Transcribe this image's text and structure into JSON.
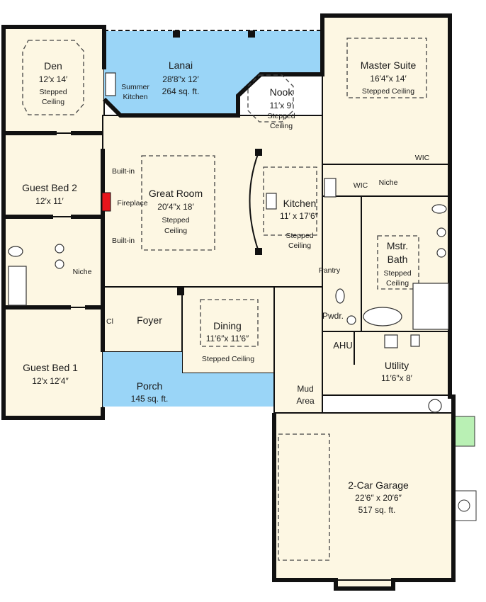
{
  "plan": {
    "colors": {
      "floor": "#FDF7E3",
      "outdoor": "#9AD5F7",
      "fireplace": "#E8141B",
      "entry_pad": "#B9F0B4",
      "wall": "#111111"
    },
    "rooms": {
      "den": {
        "name": "Den",
        "dims": "12′x 14′",
        "ceiling1": "Stepped",
        "ceiling2": "Ceiling"
      },
      "lanai": {
        "name": "Lanai",
        "dims": "28′8″x 12′",
        "area": "264 sq. ft."
      },
      "master_suite": {
        "name": "Master Suite",
        "dims": "16′4″x 14′",
        "ceiling": "Stepped Ceiling"
      },
      "nook": {
        "name": "Nook",
        "dims": "11′x 9′",
        "ceiling1": "Stepped",
        "ceiling2": "Ceiling"
      },
      "guest_bed_2": {
        "name": "Guest Bed 2",
        "dims": "12′x 11′"
      },
      "great_room": {
        "name": "Great Room",
        "dims": "20′4″x 18′",
        "ceiling1": "Stepped",
        "ceiling2": "Ceiling"
      },
      "kitchen": {
        "name": "Kitchen",
        "dims": "11′ x 17′6″",
        "ceiling1": "Stepped",
        "ceiling2": "Ceiling"
      },
      "master_bath": {
        "name1": "Mstr.",
        "name2": "Bath",
        "ceiling1": "Stepped",
        "ceiling2": "Ceiling"
      },
      "foyer": {
        "name": "Foyer"
      },
      "dining": {
        "name": "Dining",
        "dims": "11′6″x 11′6″",
        "ceiling": "Stepped Ceiling"
      },
      "guest_bed_1": {
        "name": "Guest Bed 1",
        "dims": "12′x 12′4″"
      },
      "porch": {
        "name": "Porch",
        "area": "145 sq. ft."
      },
      "utility": {
        "name": "Utility",
        "dims": "11′6″x 8′"
      },
      "garage": {
        "name": "2-Car Garage",
        "dims": "22′6″ x 20′6″",
        "area": "517 sq. ft."
      }
    },
    "labels": {
      "summer_kitchen_1": "Summer",
      "summer_kitchen_2": "Kitchen",
      "built_in_top": "Built-in",
      "built_in_bottom": "Built-in",
      "fireplace": "Fireplace",
      "niche_bath": "Niche",
      "niche_master": "Niche",
      "wic_1": "WIC",
      "wic_2": "WIC",
      "pantry": "Pantry",
      "powder": "Pwdr.",
      "ahu": "AHU",
      "closet": "Cl",
      "mud_1": "Mud",
      "mud_2": "Area"
    }
  }
}
